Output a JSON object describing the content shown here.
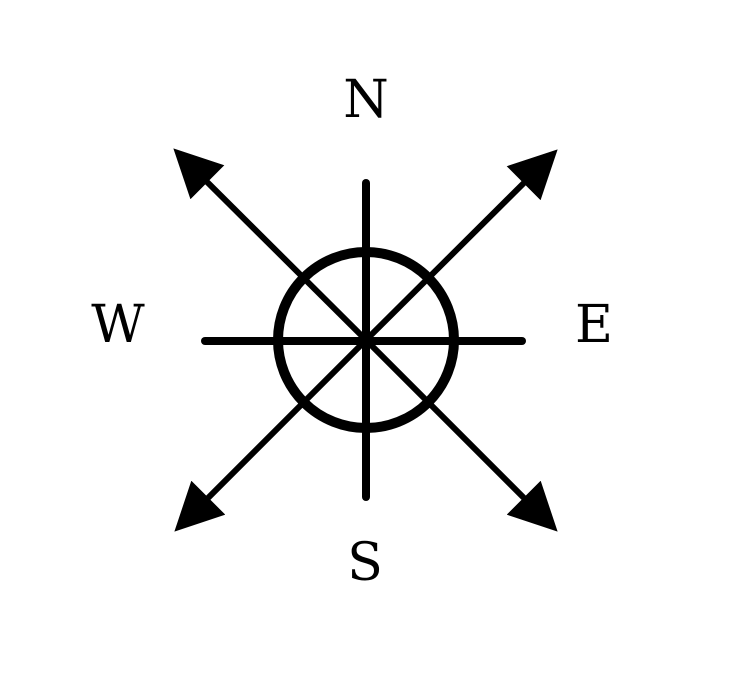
{
  "diagram": {
    "labels": {
      "north": "N",
      "south": "S",
      "east": "E",
      "west": "W"
    },
    "colors": {
      "stroke": "#000000",
      "background": "#ffffff"
    }
  }
}
